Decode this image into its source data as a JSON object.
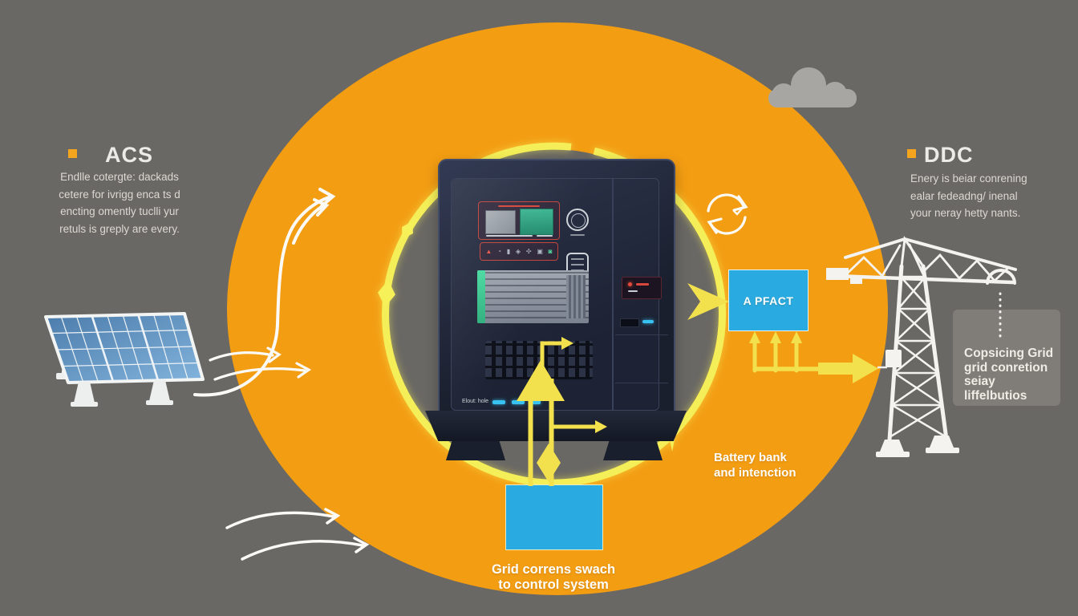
{
  "scene": {
    "background": "#6A6864",
    "orange": "#F39D13",
    "ring_yellow": "#F4EE58",
    "connector_yellow": "#F2E14D",
    "cyan": "#29ABE2",
    "white": "#F7F6F3",
    "cloud_gray": "#A8A6A3",
    "note_box_gray": "#807D78"
  },
  "left_note": {
    "title": "ACS",
    "lines": [
      "Endlle cotergte: dackads",
      "cetere for ivrigg enca ts d",
      "encting omently tuclli yur",
      "retuls is greply are every."
    ]
  },
  "right_note": {
    "title": "DDC",
    "lines": [
      "Enery is beiar conrening",
      "ealar fedeadng/ inenal",
      "your neray hetty nants."
    ]
  },
  "pfact_box": {
    "label": "A PFACT"
  },
  "battery_label": {
    "line1": "Battery bank",
    "line2": "and intenction"
  },
  "grid_switch_label": {
    "line1": "Grid correns swach",
    "line2": "to control system"
  },
  "grid_connection_note": {
    "line1": "Copsicing Grid",
    "line2": "grid conretion",
    "line3": "seiay liffelbutios"
  },
  "cabinet": {
    "bottom_label": "Elout: hole",
    "warning_icons": [
      {
        "name": "alert-triangle-icon",
        "glyph": "▲"
      },
      {
        "name": "gauge-icon",
        "glyph": "◔"
      },
      {
        "name": "battery-icon",
        "glyph": "▮"
      },
      {
        "name": "shield-icon",
        "glyph": "◈"
      },
      {
        "name": "fan-icon",
        "glyph": "✣"
      },
      {
        "name": "plug-icon",
        "glyph": "▣"
      },
      {
        "name": "ok-icon",
        "glyph": "◙"
      }
    ]
  },
  "icons": {
    "cloud": "cloud-icon",
    "solar_panel": "solar-panel-icon",
    "transmission_tower": "transmission-tower-icon",
    "flow_arrows": "curved-flow-arrows",
    "cycle": "refresh-swirl-icon"
  }
}
